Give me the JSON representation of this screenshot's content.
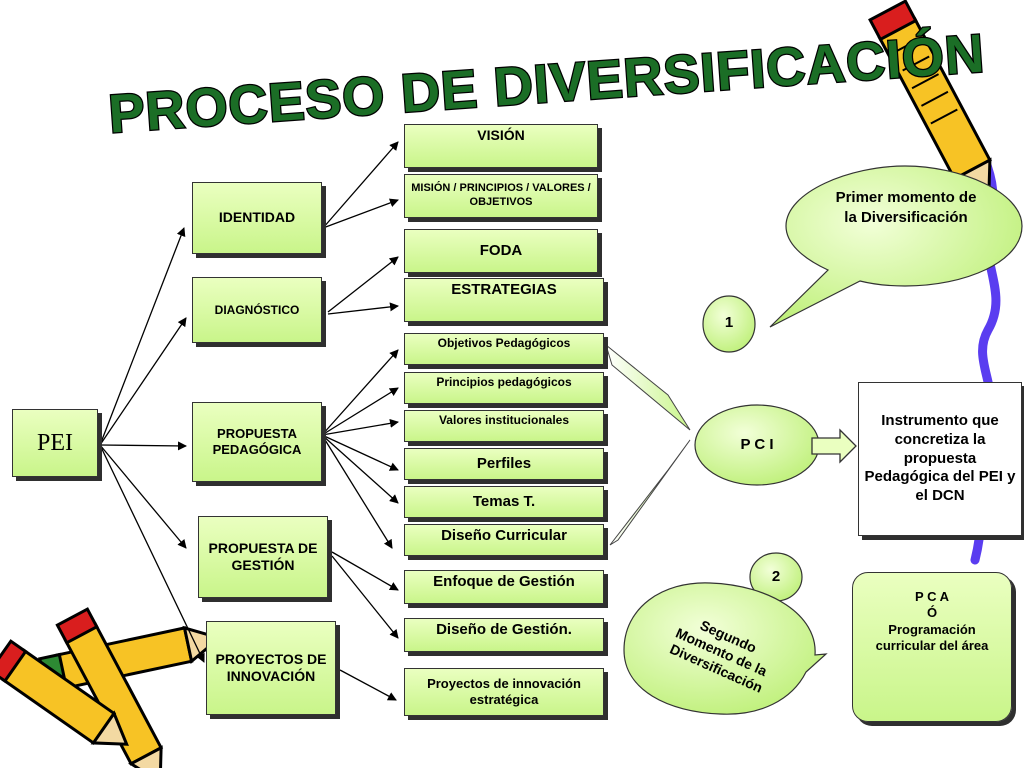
{
  "title": "PROCESO DE DIVERSIFICACIÓN",
  "nodes": {
    "pei": "PEI",
    "identidad": "IDENTIDAD",
    "diagnostico": "DIAGNÓSTICO",
    "propuesta_pedagogica": "PROPUESTA PEDAGÓGICA",
    "propuesta_gestion": "PROPUESTA DE GESTIÓN",
    "proyectos_innovacion": "PROYECTOS DE INNOVACIÓN",
    "vision": "VISIÓN",
    "mision": "MISIÓN / PRINCIPIOS / VALORES / OBJETIVOS",
    "foda": "FODA",
    "estrategias": "ESTRATEGIAS",
    "objetivos": "Objetivos Pedagógicos",
    "principios": "Principios pedagógicos",
    "valores": "Valores institucionales",
    "perfiles": "Perfiles",
    "temas": "Temas T.",
    "diseno_curricular": "Diseño Curricular",
    "enfoque_gestion": "Enfoque de Gestión",
    "diseno_gestion": "Diseño de Gestión.",
    "proyectos_estrategica": "Proyectos de innovación estratégica",
    "pci": "P C I",
    "instrumento": "Instrumento que concretiza la propuesta Pedagógica del PEI y el DCN",
    "pca": "P C A\nÓ\nProgramación curricular del área"
  },
  "callouts": {
    "primer": "Primer momento de la Diversificación",
    "segundo_lines": [
      "Segundo",
      "Momento de la",
      "Diversificación"
    ],
    "num1": "1",
    "num2": "2"
  },
  "colors": {
    "box_fill": "#c9f58a",
    "title_fill": "#1b6e26",
    "pencil_body": "#f7c325",
    "pencil_tip": "#d91e1e",
    "crayon": "#5a3df0"
  }
}
